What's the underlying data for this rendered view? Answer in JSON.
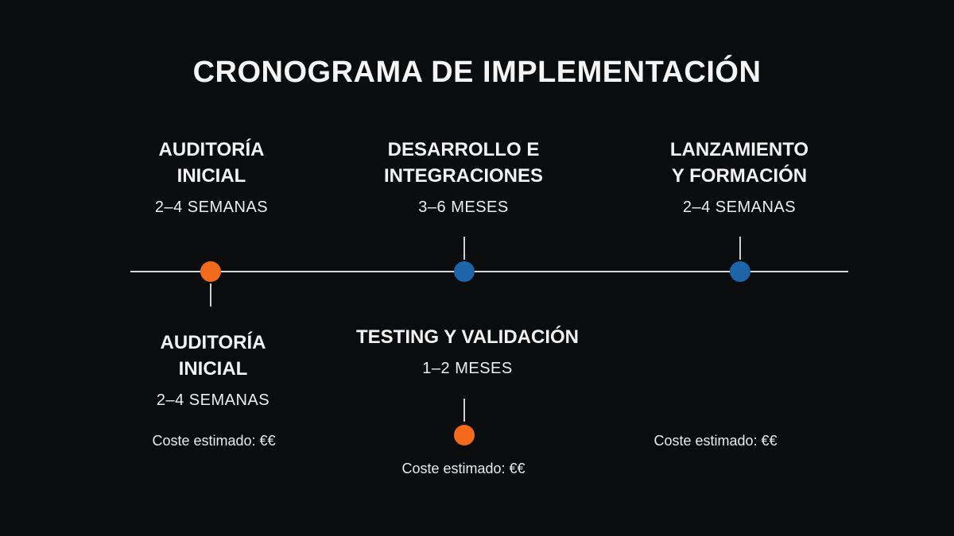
{
  "title": "CRONOGRAMA DE IMPLEMENTACIÓN",
  "colors": {
    "background": "#0b0c0e",
    "line": "#d8d8d8",
    "orange": "#f26a1b",
    "blue": "#1d64a8",
    "text": "#f2f2f2"
  },
  "top_phases": [
    {
      "title_line1": "AUDITORÍA",
      "title_line2": "INICIAL",
      "duration": "2–4 SEMANAS"
    },
    {
      "title_line1": "DESARROLLO E",
      "title_line2": "INTEGRACIONES",
      "duration": "3–6 MESES"
    },
    {
      "title_line1": "LANZAMIENTO",
      "title_line2": "Y FORMACIÓN",
      "duration": "2–4 SEMANAS"
    }
  ],
  "bottom_phases": [
    {
      "title_line1": "AUDITORÍA",
      "title_line2": "INICIAL",
      "duration": "2–4 SEMANAS",
      "cost": "Coste estimado: €€"
    },
    {
      "title_line1": "TESTING Y VALIDACIÓN",
      "duration": "1–2 MESES",
      "cost": "Coste estimado: €€"
    }
  ],
  "extra_cost": "Coste estimado: €€",
  "markers": [
    {
      "name": "auditoria",
      "color": "orange"
    },
    {
      "name": "desarrollo",
      "color": "blue"
    },
    {
      "name": "lanzamiento",
      "color": "blue"
    },
    {
      "name": "testing",
      "color": "orange"
    }
  ]
}
